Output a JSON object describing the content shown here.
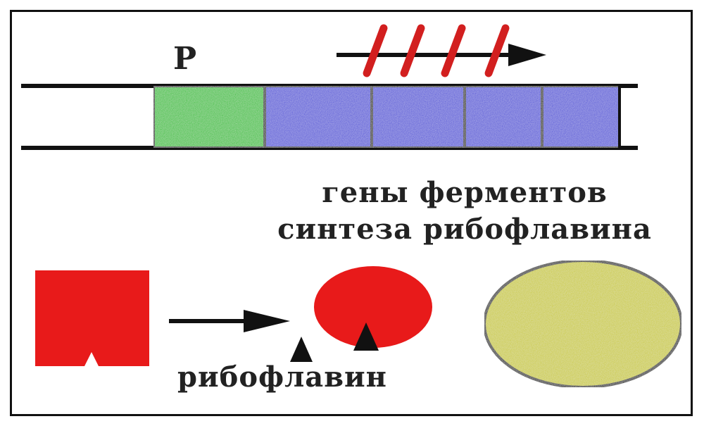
{
  "labels": {
    "promoter": "Р",
    "genes_line1": "гены ферментов",
    "genes_line2": "синтеза рибофлавина",
    "riboflavin": "рибофлавин"
  },
  "colors": {
    "promoter": "#2fc02f",
    "gene": "#5050d8",
    "repressor": "#e81a1a",
    "inducer": "#111111",
    "yellow_protein": "#c9c928",
    "outline": "#111111",
    "block_mark": "#d21f1f"
  },
  "icons": {
    "transcription_arrow": "arrow-right-icon",
    "blocked_marks": "slash-mark-icon",
    "binding_arrow": "arrow-right-icon"
  },
  "gene_count": 4,
  "block_mark_count": 4
}
